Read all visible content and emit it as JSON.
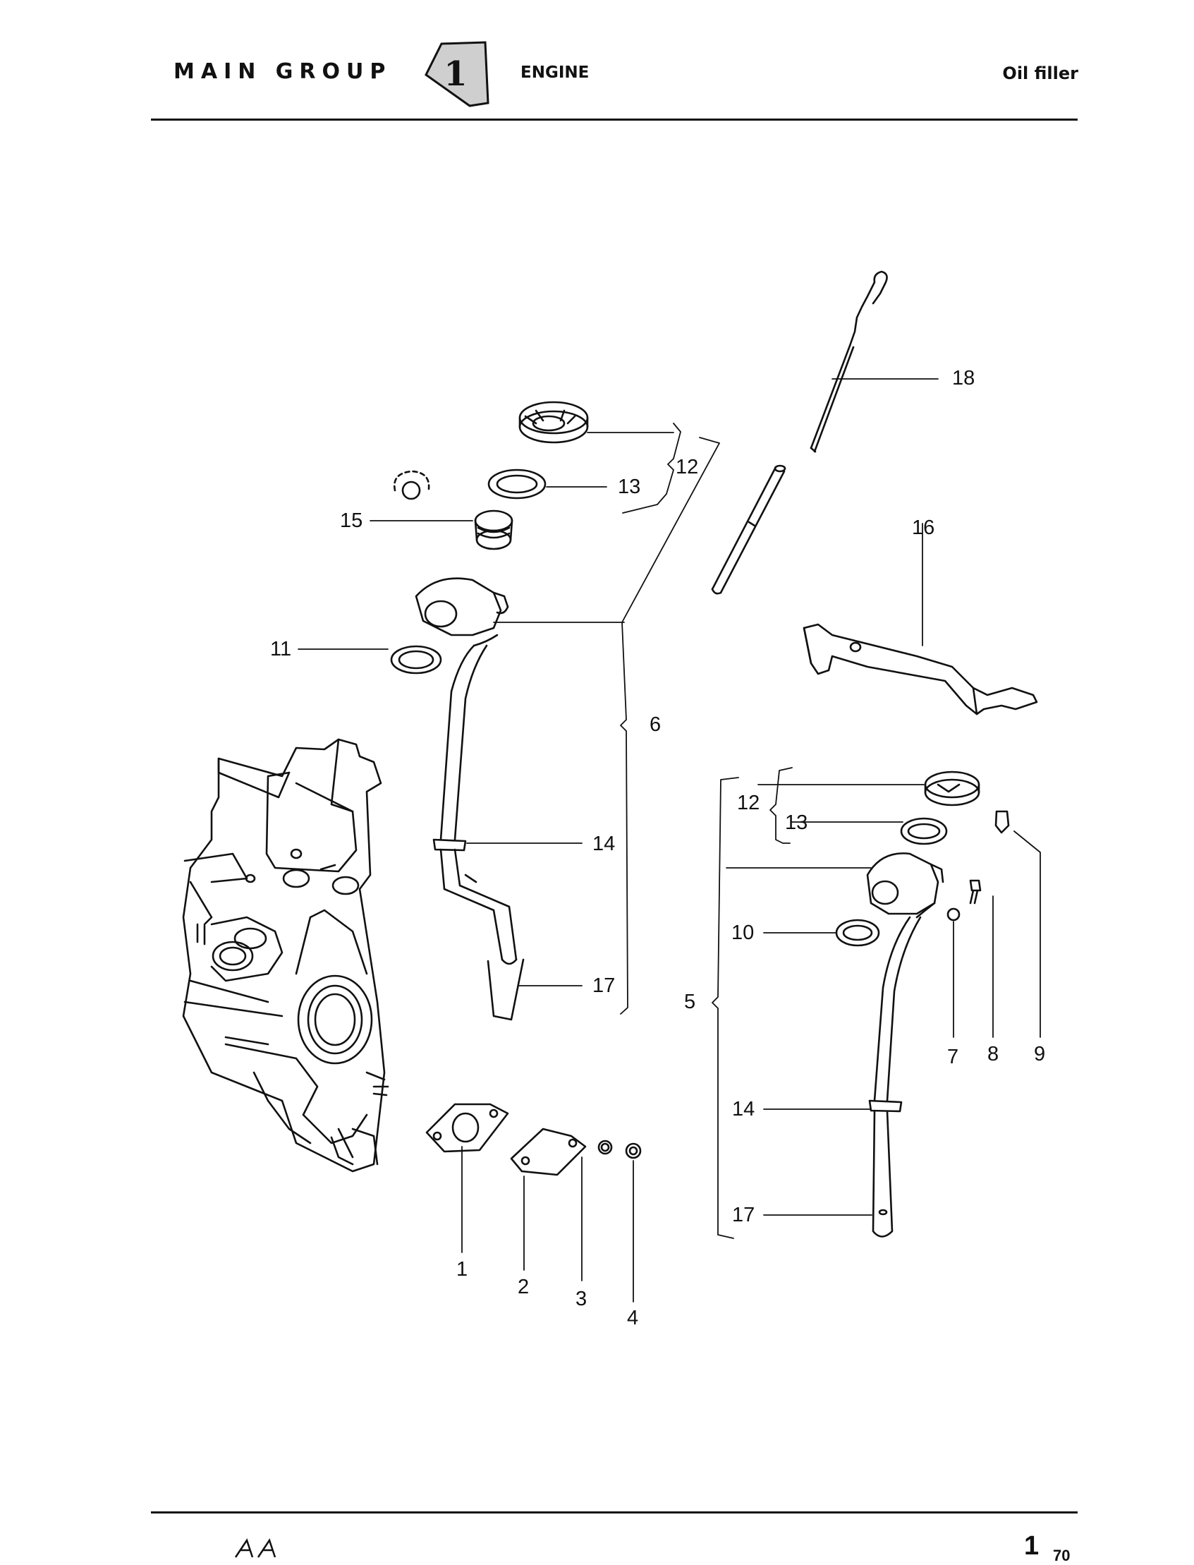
{
  "header": {
    "group": "MAIN GROUP",
    "group_number": "1",
    "title": "ENGINE",
    "section": "Oil filler"
  },
  "callouts": {
    "c1": "1",
    "c2": "2",
    "c3": "3",
    "c4": "4",
    "c5": "5",
    "c6": "6",
    "c7": "7",
    "c8": "8",
    "c9": "9",
    "c10": "10",
    "c11": "11",
    "c12a": "12",
    "c12b": "12",
    "c13a": "13",
    "c13b": "13",
    "c14a": "14",
    "c14b": "14",
    "c15": "15",
    "c16": "16",
    "c17a": "17",
    "c17b": "17",
    "c18": "18"
  },
  "footer": {
    "page": "1",
    "year": "70"
  }
}
